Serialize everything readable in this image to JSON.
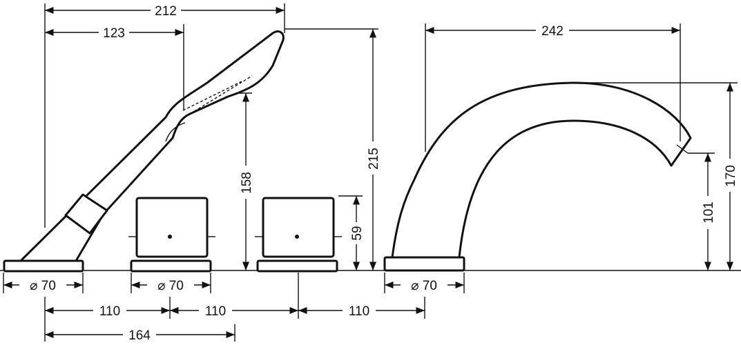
{
  "dimensions": {
    "overall_width_handshower": "212",
    "handshower_offset": "123",
    "spout_projection": "242",
    "handshower_height": "215",
    "handshower_lower_height": "158",
    "handle_height": "59",
    "spout_height": "170",
    "spout_outlet_height": "101",
    "diameter_1": "⌀ 70",
    "diameter_2": "⌀ 70",
    "diameter_3": "⌀ 70",
    "spacing_1": "110",
    "spacing_2": "110",
    "spacing_3": "110",
    "handshower_to_handle": "164"
  }
}
